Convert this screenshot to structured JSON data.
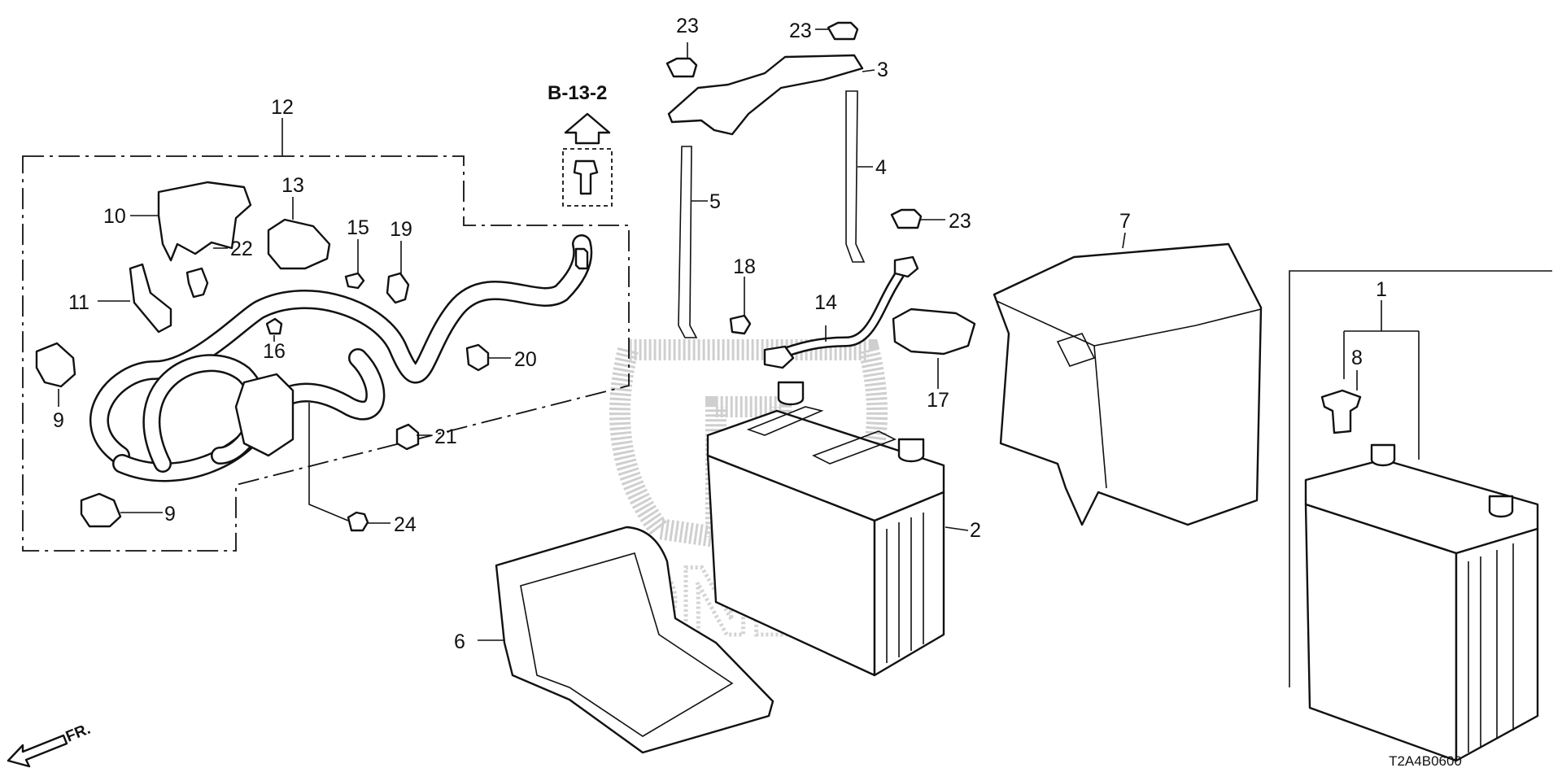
{
  "diagram": {
    "reference": "B-13-2",
    "direction_label": "FR.",
    "drawing_code": "T2A4B0600",
    "watermark": "HONDA"
  },
  "callouts": {
    "c1": "1",
    "c2": "2",
    "c3": "3",
    "c4": "4",
    "c5": "5",
    "c6": "6",
    "c7": "7",
    "c8": "8",
    "c9a": "9",
    "c9b": "9",
    "c10": "10",
    "c11": "11",
    "c12": "12",
    "c13": "13",
    "c14": "14",
    "c15": "15",
    "c16": "16",
    "c17": "17",
    "c18": "18",
    "c19": "19",
    "c20": "20",
    "c21": "21",
    "c22": "22",
    "c23a": "23",
    "c23b": "23",
    "c23c": "23",
    "c24": "24"
  }
}
